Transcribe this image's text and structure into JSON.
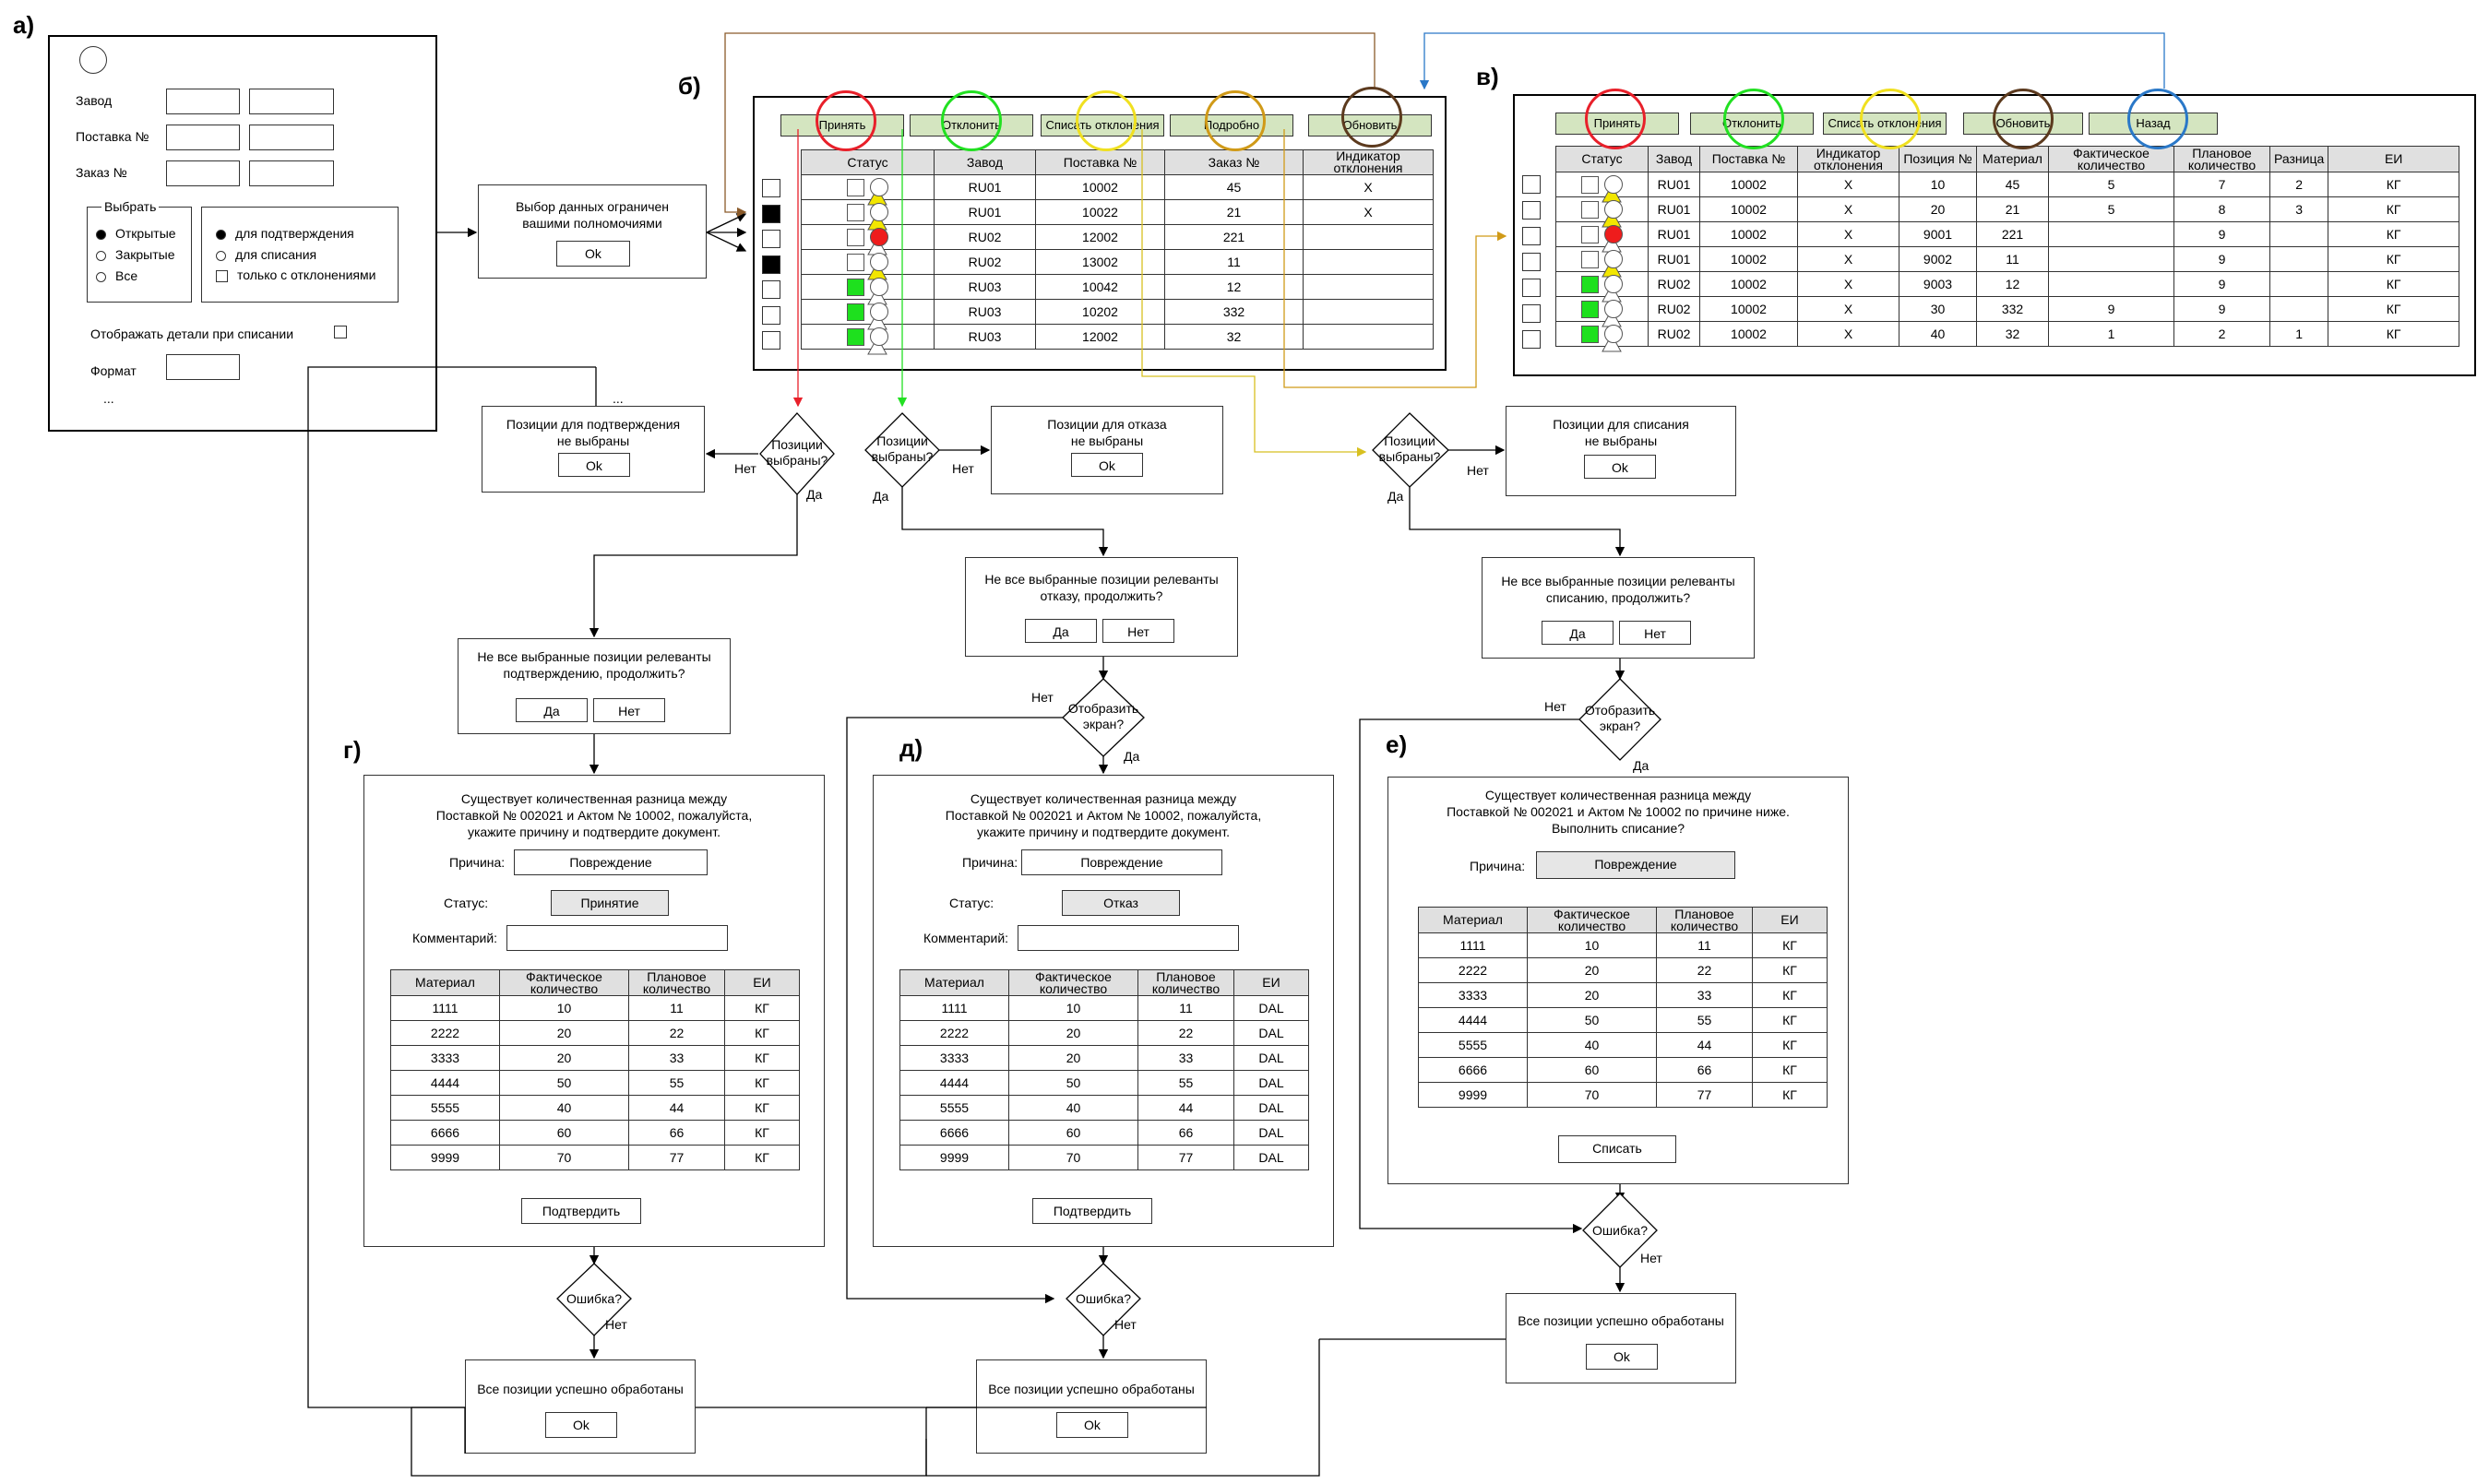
{
  "sections": {
    "a": "а)",
    "b": "б)",
    "v": "в)",
    "g": "г)",
    "d": "д)",
    "e": "е)"
  },
  "panel_a": {
    "fields": [
      "Завод",
      "Поставка №",
      "Заказ №"
    ],
    "group_title": "Выбрать",
    "radios1": [
      "Открытые",
      "Закрытые",
      "Все"
    ],
    "radios2": [
      "для подтверждения",
      "для списания"
    ],
    "check_only": "только с отклонениями",
    "show_details": "Отображать детали при списании",
    "format": "Формат",
    "ellipsis": "..."
  },
  "auth": {
    "text": "Выбор данных ограничен\nвашими полномочиями",
    "ok": "Ok"
  },
  "panel_b": {
    "buttons": [
      "Принять",
      "Отклонить",
      "Списать отклонения",
      "Подробно",
      "Обновить"
    ],
    "headers": [
      "Статус",
      "Завод",
      "Поставка №",
      "Заказ №",
      "Индикатор\nотклонения"
    ],
    "rows": [
      {
        "sel": false,
        "status": [
          "w",
          "y",
          "w"
        ],
        "cells": [
          "RU01",
          "10002",
          "45",
          "X"
        ]
      },
      {
        "sel": true,
        "status": [
          "w",
          "y",
          "w"
        ],
        "cells": [
          "RU01",
          "10022",
          "21",
          "X"
        ]
      },
      {
        "sel": false,
        "status": [
          "w",
          "w",
          "r"
        ],
        "cells": [
          "RU02",
          "12002",
          "221",
          ""
        ]
      },
      {
        "sel": true,
        "status": [
          "w",
          "y",
          "w"
        ],
        "cells": [
          "RU02",
          "13002",
          "11",
          ""
        ]
      },
      {
        "sel": false,
        "status": [
          "g",
          "w",
          "w"
        ],
        "cells": [
          "RU03",
          "10042",
          "12",
          ""
        ]
      },
      {
        "sel": false,
        "status": [
          "g",
          "w",
          "w"
        ],
        "cells": [
          "RU03",
          "10202",
          "332",
          ""
        ]
      },
      {
        "sel": false,
        "status": [
          "g",
          "w",
          "w"
        ],
        "cells": [
          "RU03",
          "12002",
          "32",
          ""
        ]
      }
    ],
    "ellipsis": "..."
  },
  "panel_v": {
    "buttons": [
      "Принять",
      "Отклонить",
      "Списать отклонения",
      "Обновить",
      "Назад"
    ],
    "headers": [
      "Статус",
      "Завод",
      "Поставка №",
      "Индикатор\nотклонения",
      "Позиция №",
      "Материал",
      "Фактическое\nколичество",
      "Плановое\nколичество",
      "Разница",
      "ЕИ"
    ],
    "rows": [
      {
        "status": [
          "w",
          "y",
          "w"
        ],
        "cells": [
          "RU01",
          "10002",
          "X",
          "10",
          "45",
          "5",
          "7",
          "2",
          "КГ"
        ]
      },
      {
        "status": [
          "w",
          "y",
          "w"
        ],
        "cells": [
          "RU01",
          "10002",
          "X",
          "20",
          "21",
          "5",
          "8",
          "3",
          "КГ"
        ]
      },
      {
        "status": [
          "w",
          "w",
          "r"
        ],
        "cells": [
          "RU01",
          "10002",
          "X",
          "9001",
          "221",
          "",
          "9",
          "",
          "КГ"
        ]
      },
      {
        "status": [
          "w",
          "y",
          "w"
        ],
        "cells": [
          "RU01",
          "10002",
          "X",
          "9002",
          "11",
          "",
          "9",
          "",
          "КГ"
        ]
      },
      {
        "status": [
          "g",
          "w",
          "w"
        ],
        "cells": [
          "RU02",
          "10002",
          "X",
          "9003",
          "12",
          "",
          "9",
          "",
          "КГ"
        ]
      },
      {
        "status": [
          "g",
          "w",
          "w"
        ],
        "cells": [
          "RU02",
          "10002",
          "X",
          "30",
          "332",
          "9",
          "9",
          "",
          "КГ"
        ]
      },
      {
        "status": [
          "g",
          "w",
          "w"
        ],
        "cells": [
          "RU02",
          "10002",
          "X",
          "40",
          "32",
          "1",
          "2",
          "1",
          "КГ"
        ]
      }
    ]
  },
  "msg_confirm_none": {
    "text": "Позиции для подтверждения\nне выбраны",
    "ok": "Ok"
  },
  "msg_reject_none": {
    "text": "Позиции для отказа\nне выбраны",
    "ok": "Ok"
  },
  "msg_write_none": {
    "text": "Позиции для списания\nне выбраны",
    "ok": "Ok"
  },
  "dec_selected": "Позиции\nвыбраны?",
  "dec_show": "Отобразить\nэкран?",
  "dec_error": "Ошибка?",
  "yes": "Да",
  "no": "Нет",
  "q_confirm": {
    "text": "Не все выбранные позиции релеванты\nподтверждению, продолжить?",
    "yes": "Да",
    "no": "Нет"
  },
  "q_reject": {
    "text": "Не все выбранные позиции релеванты\nотказу, продолжить?",
    "yes": "Да",
    "no": "Нет"
  },
  "q_write": {
    "text": "Не все выбранные позиции релеванты\nсписанию, продолжить?",
    "yes": "Да",
    "no": "Нет"
  },
  "form_g": {
    "text": "Существует количественная разница между\nПоставкой № 002021 и Актом № 10002, пожалуйста,\nукажите причину и подтвердите документ.",
    "reason_label": "Причина:",
    "reason": "Повреждение",
    "status_label": "Статус:",
    "status": "Принятие",
    "comment_label": "Комментарий:",
    "confirm": "Подтвердить"
  },
  "form_d": {
    "text": "Существует количественная разница между\nПоставкой № 002021 и Актом № 10002, пожалуйста,\nукажите причину и подтвердите документ.",
    "reason_label": "Причина:",
    "reason": "Повреждение",
    "status_label": "Статус:",
    "status": "Отказ",
    "comment_label": "Комментарий:",
    "confirm": "Подтвердить"
  },
  "form_e": {
    "text": "Существует количественная разница между\nПоставкой № 002021 и Актом № 10002 по причине ниже.\nВыполнить списание?",
    "reason_label": "Причина:",
    "reason": "Повреждение",
    "confirm": "Списать"
  },
  "mat_headers": [
    "Материал",
    "Фактическое\nколичество",
    "Плановое\nколичество",
    "ЕИ"
  ],
  "mat_g": [
    [
      "1111",
      "10",
      "11",
      "КГ"
    ],
    [
      "2222",
      "20",
      "22",
      "КГ"
    ],
    [
      "3333",
      "20",
      "33",
      "КГ"
    ],
    [
      "4444",
      "50",
      "55",
      "КГ"
    ],
    [
      "5555",
      "40",
      "44",
      "КГ"
    ],
    [
      "6666",
      "60",
      "66",
      "КГ"
    ],
    [
      "9999",
      "70",
      "77",
      "КГ"
    ]
  ],
  "mat_d": [
    [
      "1111",
      "10",
      "11",
      "DAL"
    ],
    [
      "2222",
      "20",
      "22",
      "DAL"
    ],
    [
      "3333",
      "20",
      "33",
      "DAL"
    ],
    [
      "4444",
      "50",
      "55",
      "DAL"
    ],
    [
      "5555",
      "40",
      "44",
      "DAL"
    ],
    [
      "6666",
      "60",
      "66",
      "DAL"
    ],
    [
      "9999",
      "70",
      "77",
      "DAL"
    ]
  ],
  "mat_e": [
    [
      "1111",
      "10",
      "11",
      "КГ"
    ],
    [
      "2222",
      "20",
      "22",
      "КГ"
    ],
    [
      "3333",
      "20",
      "33",
      "КГ"
    ],
    [
      "4444",
      "50",
      "55",
      "КГ"
    ],
    [
      "5555",
      "40",
      "44",
      "КГ"
    ],
    [
      "6666",
      "60",
      "66",
      "КГ"
    ],
    [
      "9999",
      "70",
      "77",
      "КГ"
    ]
  ],
  "success": {
    "text": "Все позиции успешно обработаны",
    "ok": "Ok"
  },
  "colors": {
    "red": "#e8202a",
    "green": "#22e022",
    "yellow": "#f0e020",
    "orange": "#d09a18",
    "brown": "#5c3a1e",
    "blue": "#2a78c8",
    "tbtn": "#d4e5c0"
  }
}
